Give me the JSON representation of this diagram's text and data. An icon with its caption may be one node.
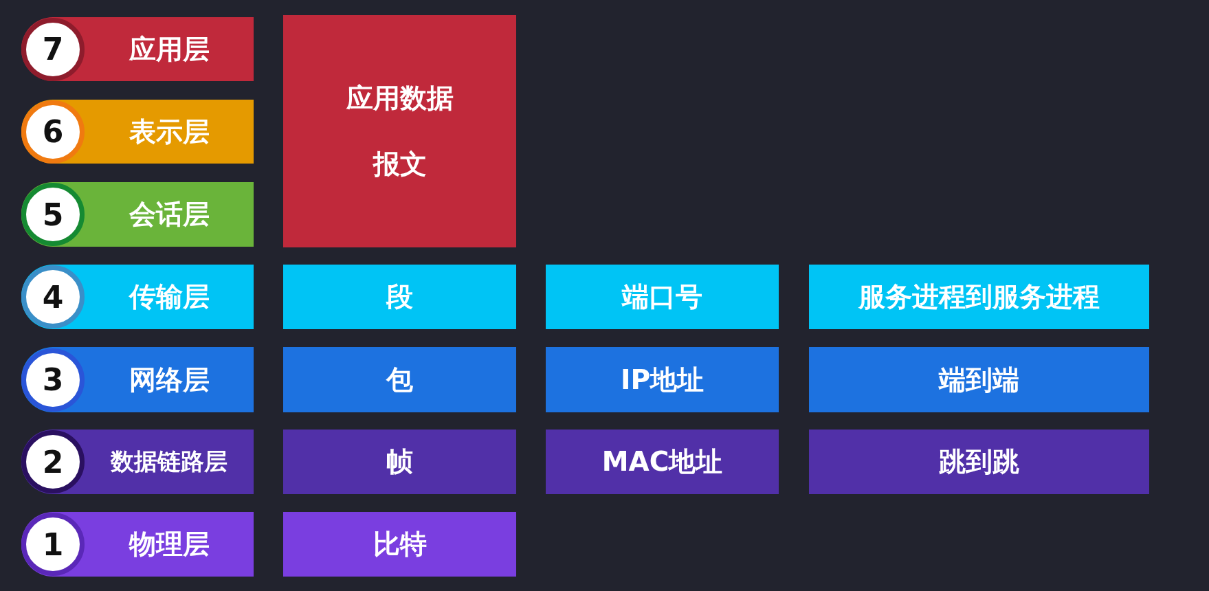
{
  "diagram": {
    "nodes": [
      {
        "text": [
          "7",
          "应用层"
        ]
      },
      {
        "text": [
          "应用数据",
          "报文"
        ]
      },
      {
        "text": [
          "6",
          "表示层"
        ]
      },
      {
        "text": [
          "5",
          "会话层"
        ]
      },
      {
        "text": [
          "4",
          "传输层"
        ]
      },
      {
        "text": [
          "段"
        ]
      },
      {
        "text": [
          "端口号"
        ]
      },
      {
        "text": [
          "服务进程到服务进程"
        ]
      },
      {
        "text": [
          "3",
          "网络层"
        ]
      },
      {
        "text": [
          "包"
        ]
      },
      {
        "text": [
          "IP地址"
        ]
      },
      {
        "text": [
          "端到端"
        ]
      },
      {
        "text": [
          "2",
          "数据链路层"
        ]
      },
      {
        "text": [
          "帧"
        ]
      },
      {
        "text": [
          "MAC地址"
        ]
      },
      {
        "text": [
          "跳到跳"
        ]
      },
      {
        "text": [
          "1",
          "物理层"
        ]
      },
      {
        "text": [
          "比特"
        ]
      }
    ]
  }
}
